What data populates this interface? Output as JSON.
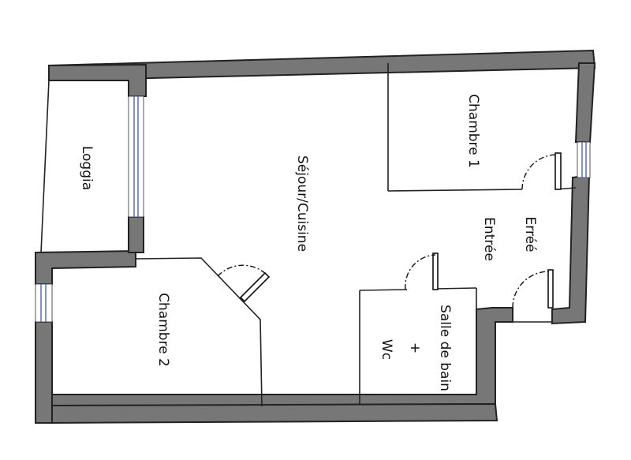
{
  "rooms": {
    "loggia": "Loggia",
    "sejour": "Séjour/Cuisine",
    "chambre1": "Chambre 1",
    "chambre2": "Chambre 2",
    "erree": "Erréé",
    "entree": "Entrée",
    "salle_de_bain": "Salle de bain",
    "plus": "+",
    "wc": "Wc"
  },
  "colors": {
    "wall_fill": "#777777",
    "wall_outline": "#222222",
    "window_glass": "#4a5fd0",
    "background": "#ffffff"
  }
}
